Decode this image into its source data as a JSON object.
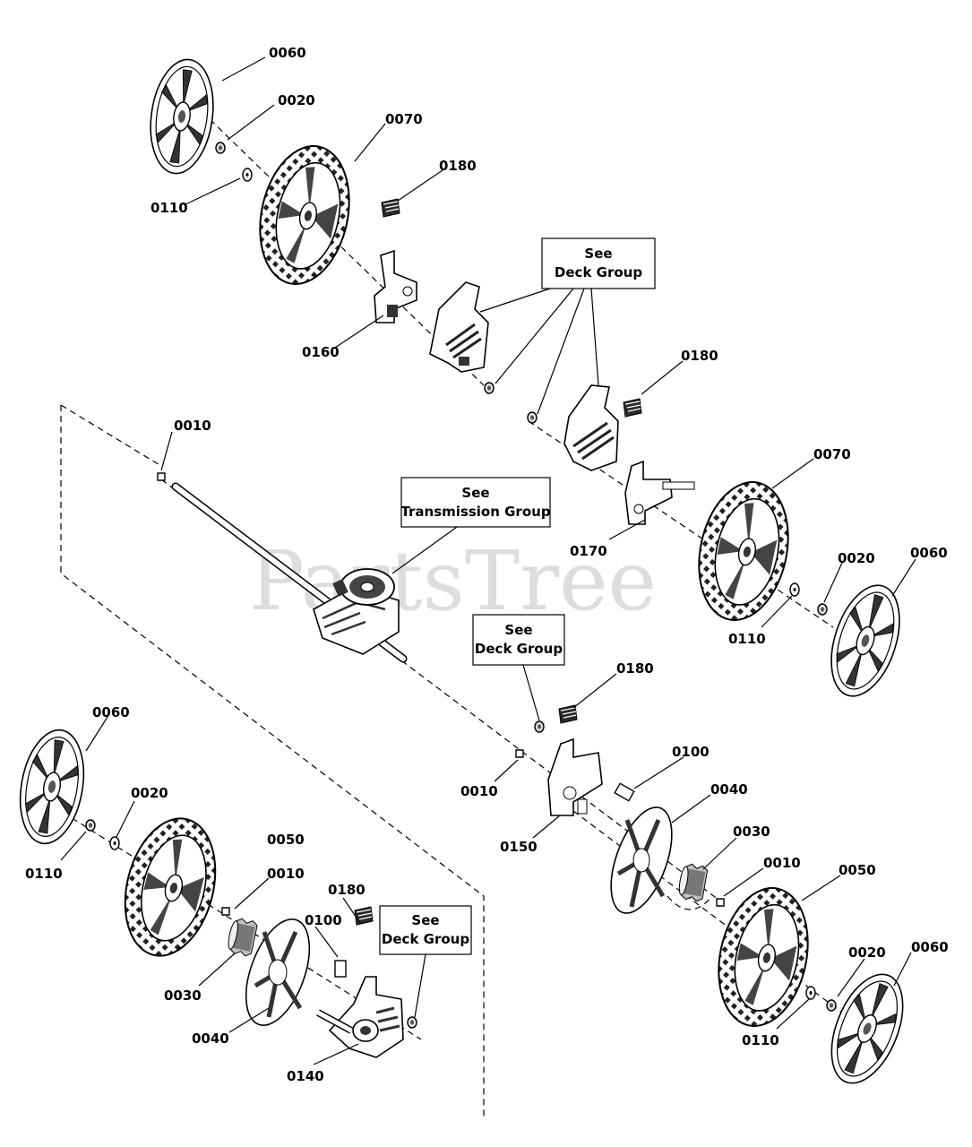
{
  "watermark": "PartsTree",
  "callouts": [
    {
      "id": "c1",
      "label": "0060"
    },
    {
      "id": "c2",
      "label": "0020"
    },
    {
      "id": "c3",
      "label": "0070"
    },
    {
      "id": "c4",
      "label": "0180"
    },
    {
      "id": "c5",
      "label": "0110"
    },
    {
      "id": "c6",
      "label": "0160"
    },
    {
      "id": "c7",
      "label": "0180"
    },
    {
      "id": "c8",
      "label": "0010"
    },
    {
      "id": "c9",
      "label": "0070"
    },
    {
      "id": "c10",
      "label": "0170"
    },
    {
      "id": "c11",
      "label": "0020"
    },
    {
      "id": "c12",
      "label": "0060"
    },
    {
      "id": "c13",
      "label": "0110"
    },
    {
      "id": "c14",
      "label": "0180"
    },
    {
      "id": "c15",
      "label": "0100"
    },
    {
      "id": "c16",
      "label": "0010"
    },
    {
      "id": "c17",
      "label": "0040"
    },
    {
      "id": "c18",
      "label": "0150"
    },
    {
      "id": "c19",
      "label": "0030"
    },
    {
      "id": "c20",
      "label": "0010"
    },
    {
      "id": "c21",
      "label": "0050"
    },
    {
      "id": "c22",
      "label": "0060"
    },
    {
      "id": "c23",
      "label": "0020"
    },
    {
      "id": "c24",
      "label": "0110"
    },
    {
      "id": "c25",
      "label": "0060"
    },
    {
      "id": "c26",
      "label": "0020"
    },
    {
      "id": "c27",
      "label": "0050"
    },
    {
      "id": "c28",
      "label": "0110"
    },
    {
      "id": "c29",
      "label": "0010"
    },
    {
      "id": "c30",
      "label": "0180"
    },
    {
      "id": "c31",
      "label": "0100"
    },
    {
      "id": "c32",
      "label": "0030"
    },
    {
      "id": "c33",
      "label": "0040"
    },
    {
      "id": "c34",
      "label": "0140"
    }
  ],
  "reference_boxes": [
    {
      "id": "b1",
      "line1": "See",
      "line2": "Deck Group"
    },
    {
      "id": "b2",
      "line1": "See",
      "line2": "Transmission Group"
    },
    {
      "id": "b3",
      "line1": "See",
      "line2": "Deck Group"
    },
    {
      "id": "b4",
      "line1": "See",
      "line2": "Deck Group"
    }
  ]
}
